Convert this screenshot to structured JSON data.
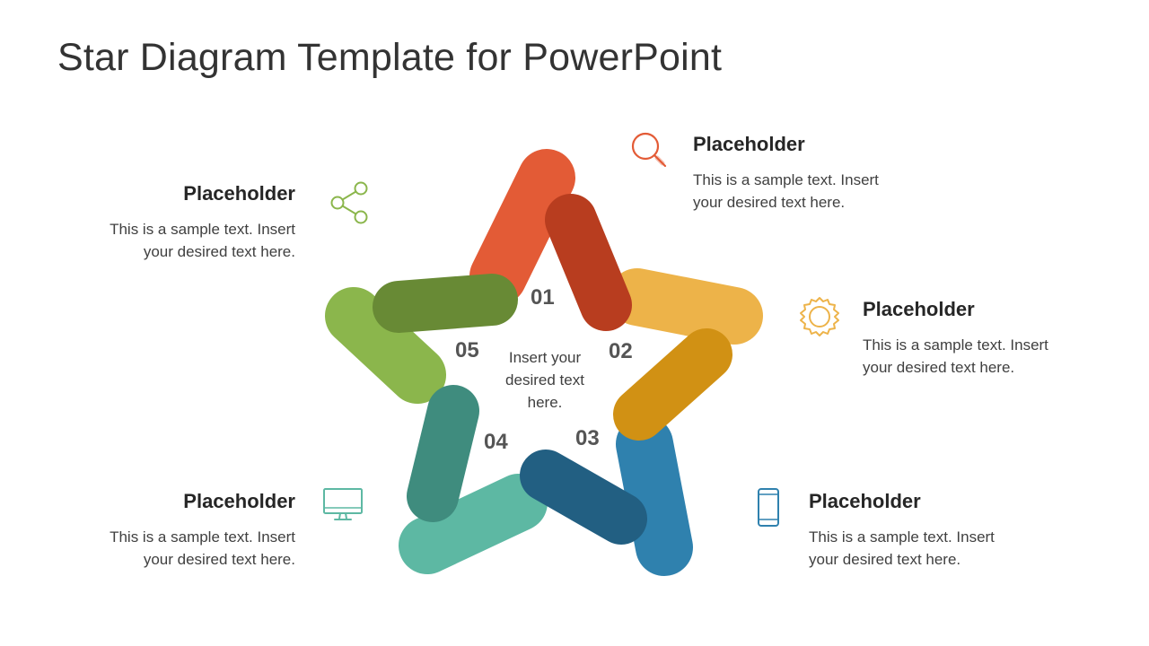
{
  "title": "Star Diagram Template for PowerPoint",
  "center_text": "Insert your desired text here.",
  "segments": [
    {
      "number": "01",
      "color_light": "#E35B36",
      "color_dark": "#B83D1F"
    },
    {
      "number": "02",
      "color_light": "#EDB349",
      "color_dark": "#D19114"
    },
    {
      "number": "03",
      "color_light": "#2F81AE",
      "color_dark": "#225F82"
    },
    {
      "number": "04",
      "color_light": "#5DB8A3",
      "color_dark": "#3F8C7E"
    },
    {
      "number": "05",
      "color_light": "#8BB64C",
      "color_dark": "#688A35"
    }
  ],
  "callouts": [
    {
      "heading": "Placeholder",
      "body": "This is a sample text. Insert your desired text here.",
      "icon": "magnifier-icon",
      "color": "#E35B36"
    },
    {
      "heading": "Placeholder",
      "body": "This is a sample text. Insert your desired text here.",
      "icon": "gear-icon",
      "color": "#EDB349"
    },
    {
      "heading": "Placeholder",
      "body": "This is a sample text. Insert your desired text here.",
      "icon": "smartphone-icon",
      "color": "#2F81AE"
    },
    {
      "heading": "Placeholder",
      "body": "This is a sample text. Insert your desired text here.",
      "icon": "monitor-icon",
      "color": "#5DB8A3"
    },
    {
      "heading": "Placeholder",
      "body": "This is a sample text. Insert your desired text here.",
      "icon": "share-icon",
      "color": "#8BB64C"
    }
  ]
}
